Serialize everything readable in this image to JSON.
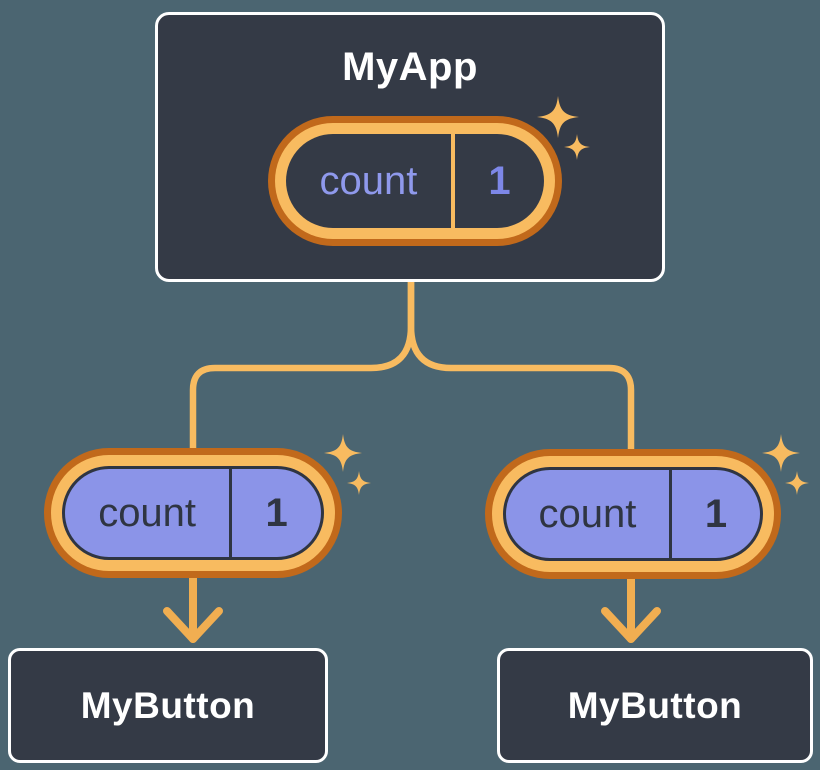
{
  "page": {
    "background_color": "#4B6571",
    "description": "Component tree diagram: parent state passed down as props"
  },
  "palette": {
    "card_background": "#343A46",
    "card_border": "#FFFFFF",
    "pill_ring_outer": "#C1691B",
    "pill_ring_inner": "#F8BB60",
    "pill_purple_fill": "#8B94E8",
    "pill_dark_label_text": "#8F99EC",
    "pill_dark_value_text": "#7D87E8",
    "pill_purple_text": "#2F3542",
    "connector_line": "#F8BB60",
    "arrow": "#F1AE51",
    "sparkle": "#F8BB60",
    "title_text": "#FFFFFF"
  },
  "icons": {
    "sparkle": "sparkle-icon",
    "arrow": "arrow-down-icon"
  },
  "nodes": {
    "root": {
      "title": "MyApp",
      "pill": {
        "label": "count",
        "value": "1"
      }
    },
    "children": [
      {
        "title": "MyButton",
        "pill": {
          "label": "count",
          "value": "1"
        }
      },
      {
        "title": "MyButton",
        "pill": {
          "label": "count",
          "value": "1"
        }
      }
    ]
  }
}
